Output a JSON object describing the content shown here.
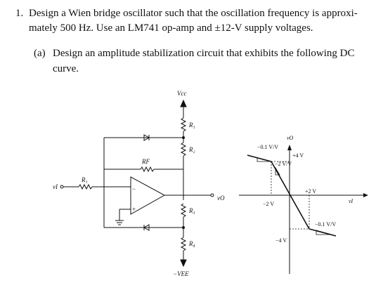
{
  "problem": {
    "number": "1.",
    "line1": "Design a Wien bridge oscillator such that the oscillation frequency is approxi-",
    "line2": "mately 500 Hz. Use an LM741 op-amp and ±12-V supply voltages."
  },
  "part_a": {
    "label": "(a)",
    "line1": "Design an amplitude stabilization circuit that exhibits the following DC",
    "line2": "curve."
  },
  "circuit": {
    "vcc_label": "Vcc",
    "vee_label": "−VEE",
    "r1_top_label": "R₁",
    "r2_label": "R₂",
    "rf_label": "RF",
    "r1_in_label": "R₁",
    "r3_label": "R₃",
    "r4_label": "R₄",
    "vi_label": "vI",
    "vo_label": "vO",
    "minus_sign": "−",
    "plus_sign": "+"
  },
  "graph": {
    "y_axis_label": "vO",
    "x_axis_label": "vI",
    "slope_top_label": "−0.1 V/V",
    "plus4_label": "+4 V",
    "slope_mid_label": "−2 V/V",
    "plus2_label": "+2 V",
    "minus2_label": "−2 V",
    "slope_bottom_label": "−0.1 V/V",
    "minus4_label": "−4 V"
  }
}
